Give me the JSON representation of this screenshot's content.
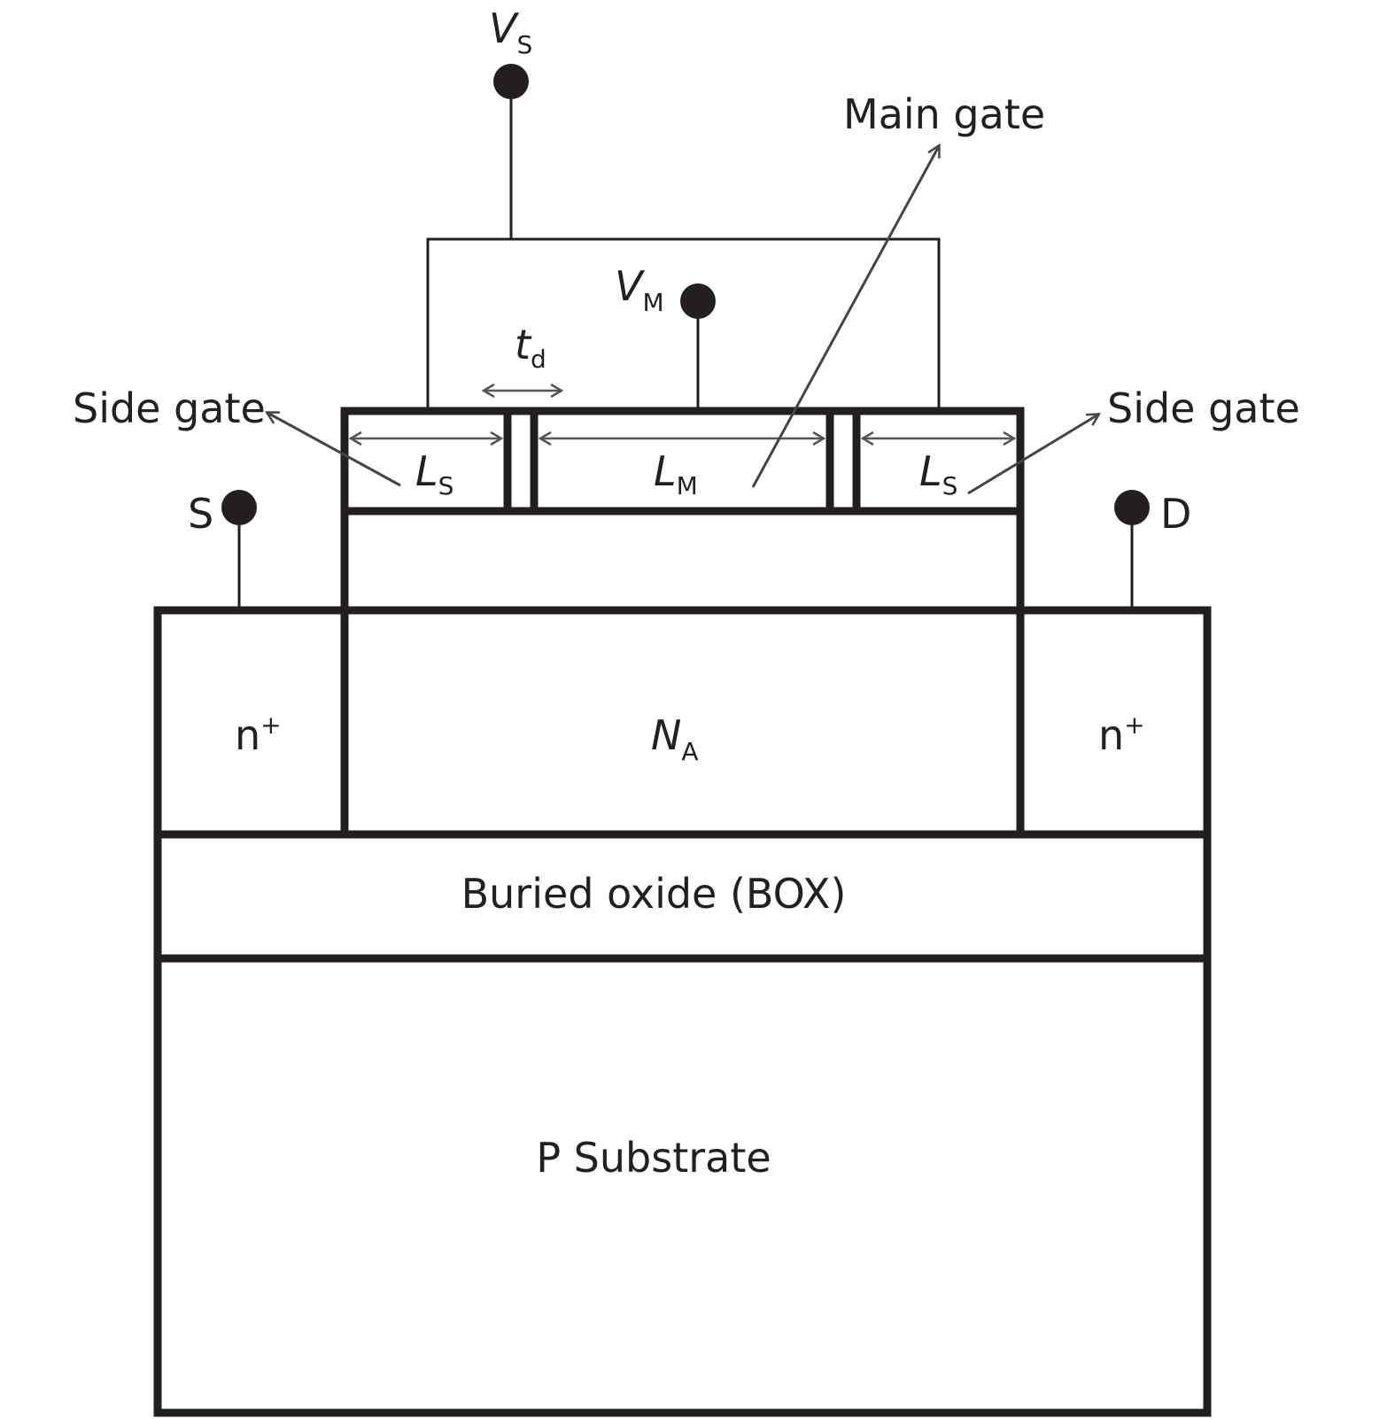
{
  "labels": {
    "vs_main": "V",
    "vs_sub": "S",
    "vm_main": "V",
    "vm_sub": "M",
    "td_main": "t",
    "td_sub": "d",
    "main_gate": "Main gate",
    "side_gate_left": "Side gate",
    "side_gate_right": "Side gate",
    "ls_left_main": "L",
    "ls_left_sub": "S",
    "lm_main": "L",
    "lm_sub": "M",
    "ls_right_main": "L",
    "ls_right_sub": "S",
    "source": "S",
    "drain": "D",
    "n_plus_left_main": "n",
    "n_plus_left_sup": "+",
    "n_plus_right_main": "n",
    "n_plus_right_sup": "+",
    "na_main": "N",
    "na_sub": "A",
    "box": "Buried oxide (BOX)",
    "substrate": "P Substrate"
  }
}
